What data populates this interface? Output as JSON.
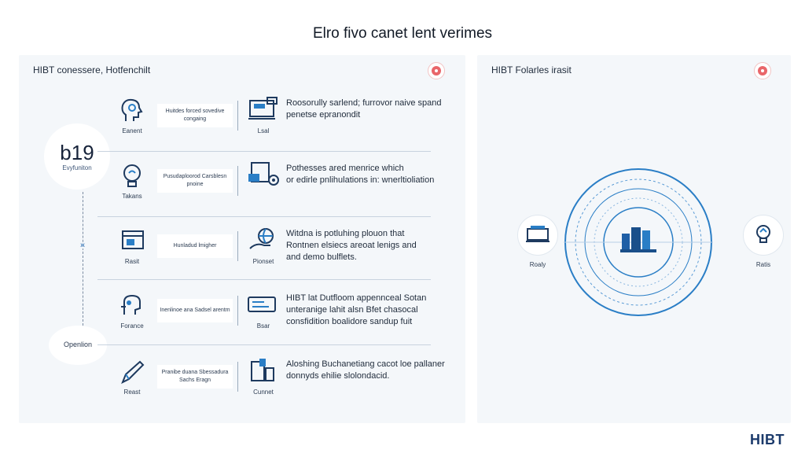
{
  "title": "Elro fivo canet lent verimes",
  "left_panel": {
    "heading": "HIBT conessere, Hotfenchilt",
    "stat": {
      "number": "b19",
      "caption": "Evyfuniton"
    },
    "node_marker": "ж",
    "option_label": "Openlion",
    "rows": [
      {
        "icon_a_name": "head-profile-icon",
        "icon_a_label": "Eanent",
        "box_text": "Huitdes forced sovedive congaing",
        "icon_c_name": "cash-register-icon",
        "icon_c_label": "Lsal",
        "desc": [
          "Roosorully sarlend; furrovor naive spand",
          "penetse epranondit"
        ]
      },
      {
        "icon_a_name": "lightbulb-icon",
        "icon_a_label": "Takans",
        "box_text": "Pusudaploorod Carsblesn pnoine",
        "icon_c_name": "server-stack-icon",
        "icon_c_label": "",
        "desc": [
          "Pothesses ared menrice which",
          "or edirle pnlihulations in: wnerltioliation"
        ]
      },
      {
        "icon_a_name": "browser-window-icon",
        "icon_a_label": "Rasit",
        "box_text": "Hunladud lmigher",
        "icon_c_name": "globe-hand-icon",
        "icon_c_label": "Pionset",
        "desc": [
          "Witdna is potluhing plouon that",
          "Rontnen elsiecs areoat lenigs and",
          "and demo bulflets."
        ]
      },
      {
        "icon_a_name": "robot-face-icon",
        "icon_a_label": "Forance",
        "box_text": "Inenlinoe ana Sadsel arentm",
        "icon_c_name": "terminal-screen-icon",
        "icon_c_label": "Bsar",
        "desc": [
          "HIBT lat Dutfloom appennceal Sotan",
          "unteranige lahit alsn Bfet chasocal",
          "consfidition boalidore sandup fuit"
        ]
      },
      {
        "icon_a_name": "pencil-icon",
        "icon_a_label": "Reast",
        "box_text": "Pranibe duana Sbessadura Sachs Eragn",
        "icon_c_name": "building-document-icon",
        "icon_c_label": "Cunnet",
        "desc": [
          "Aloshing Buchanetiang cacot loe pallaner",
          "donnyds ehilie slolondacid."
        ]
      }
    ]
  },
  "right_panel": {
    "heading": "HIBT Folarles irasit",
    "left_node": {
      "icon": "card-stack-icon",
      "label": "Roaly"
    },
    "right_node": {
      "icon": "lightbulb-icon",
      "label": "Ratis"
    },
    "center_icon": "city-buildings-icon"
  },
  "brand": "HIBT",
  "colors": {
    "accent": "#1f6fb8",
    "panel": "#f4f7fa",
    "logo": "#e9666a"
  }
}
